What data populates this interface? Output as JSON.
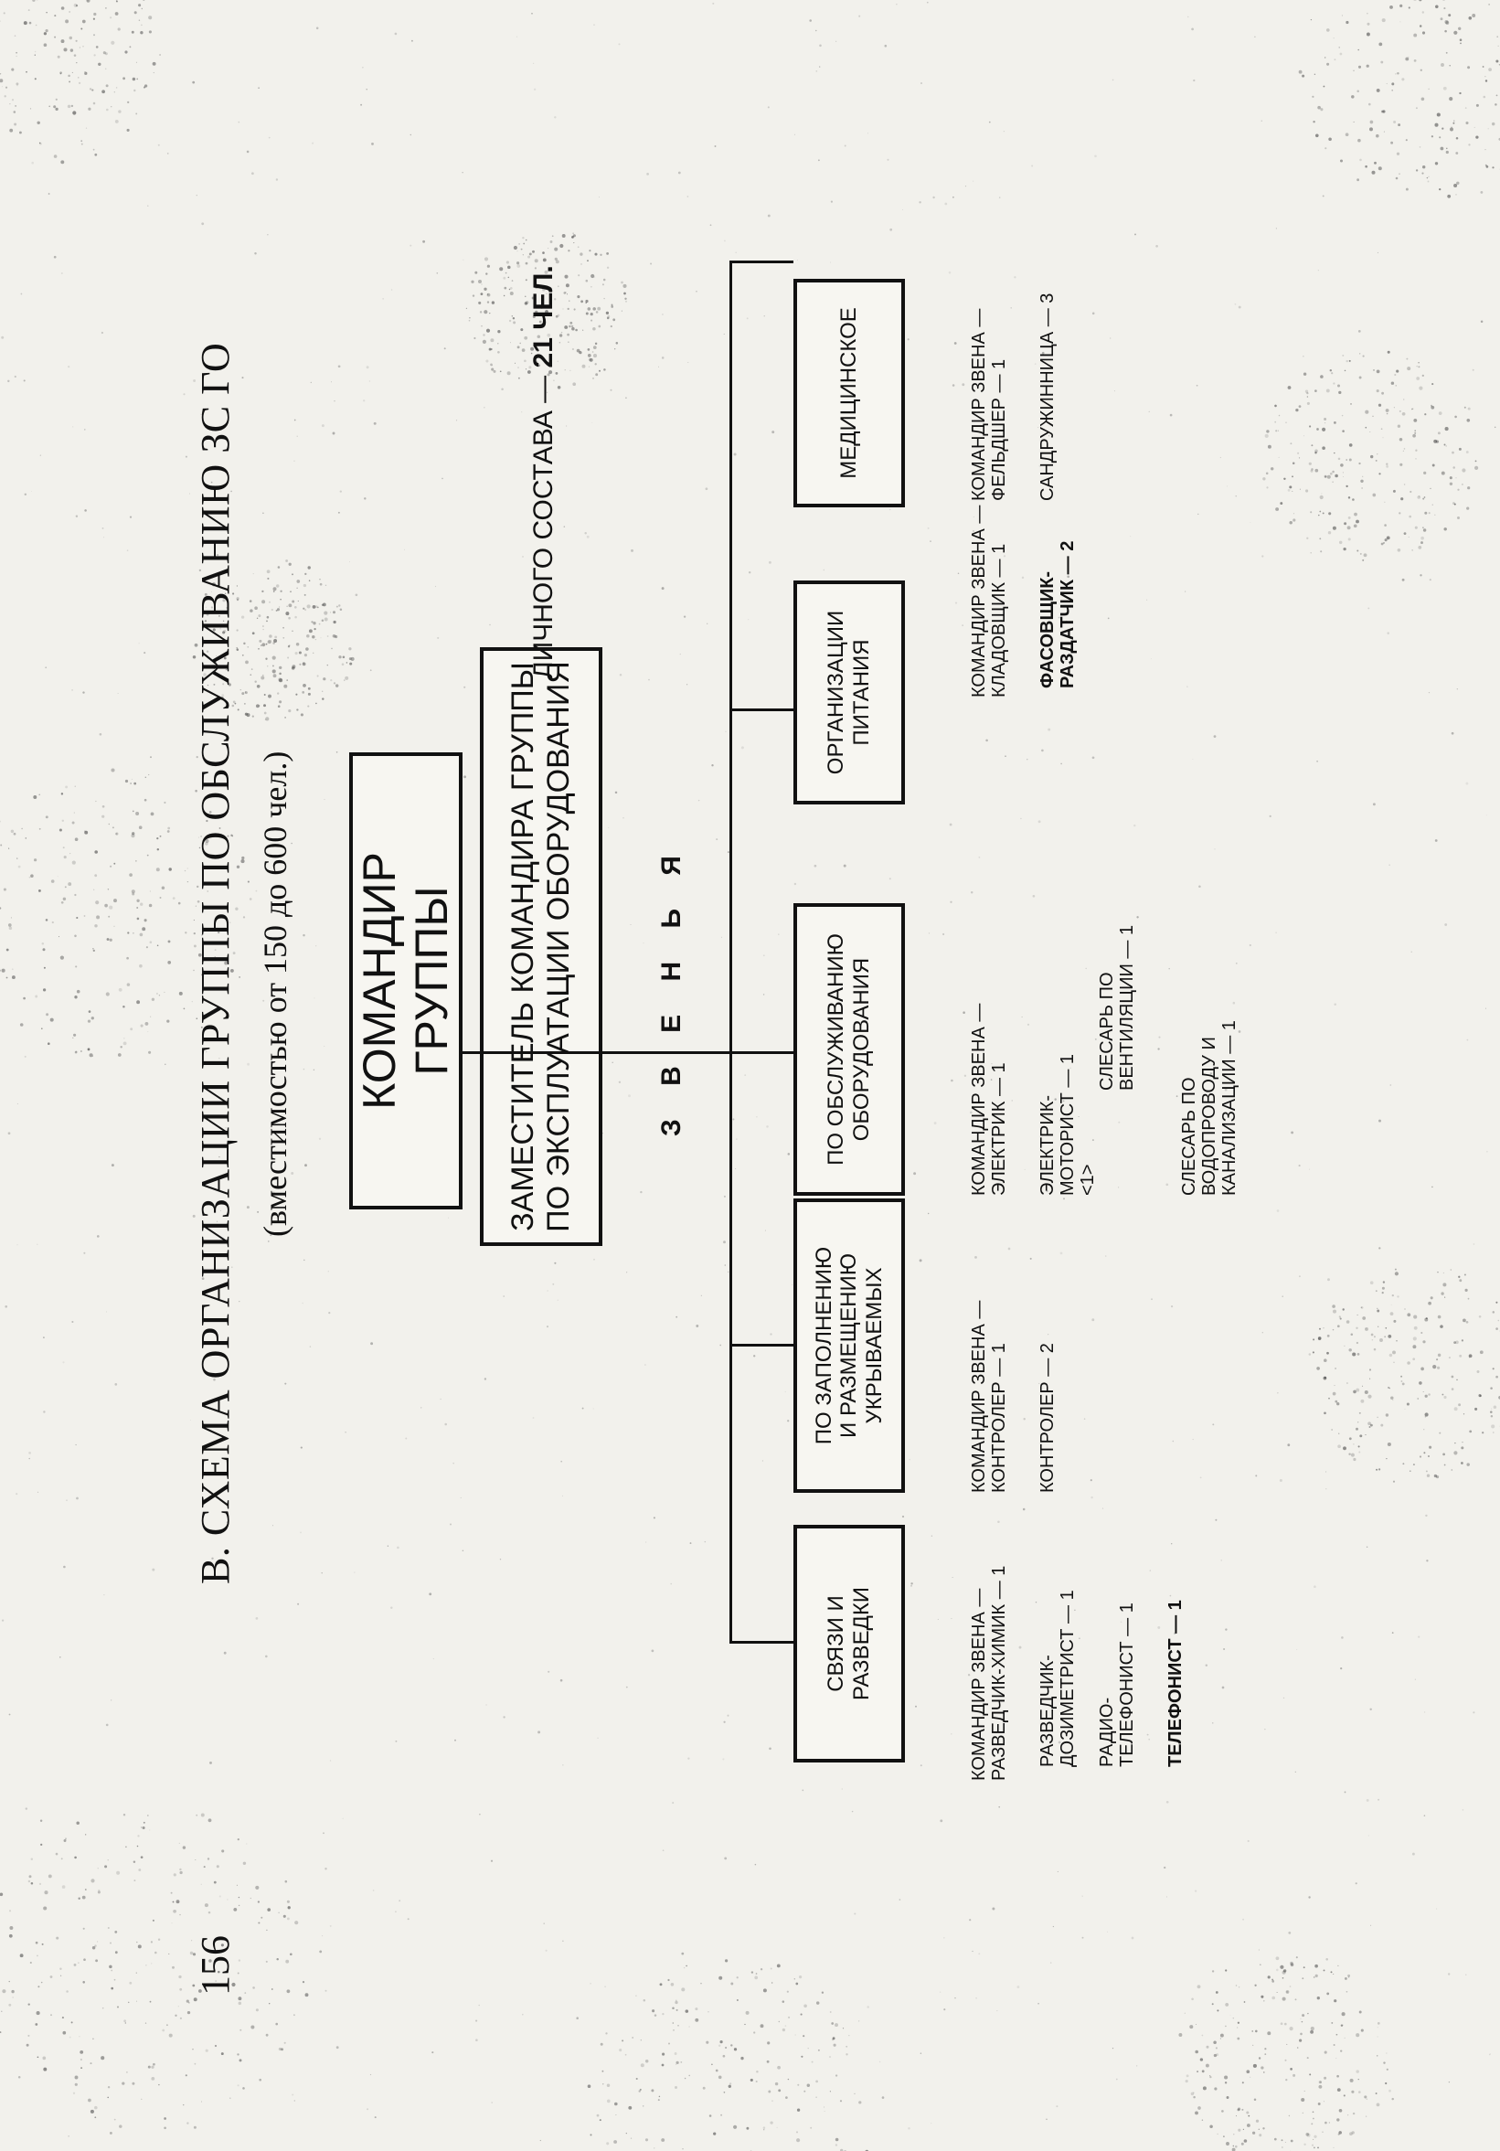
{
  "page_number": "156",
  "title": "В. СХЕМА ОРГАНИЗАЦИИ ГРУППЫ ПО ОБСЛУЖИВАНИЮ ЗС ГО",
  "subtitle": "(вместимостью от 150 до 600 чел.)",
  "commander": "КОМАНДИР ГРУППЫ",
  "deputy": "ЗАМЕСТИТЕЛЬ КОМАНДИРА ГРУППЫ\nПО ЭКСПЛУАТАЦИИ ОБОРУДОВАНИЯ",
  "personnel_prefix": "ЛИЧНОГО СОСТАВА — ",
  "personnel_count": "21 ЧЕЛ.",
  "units_label": "З В Е Н Ь Я",
  "units": [
    {
      "name": "СВЯЗИ И\nРАЗВЕДКИ",
      "staff": [
        {
          "text": "КОМАНДИР ЗВЕНА —\nРАЗВЕДЧИК-ХИМИК — 1",
          "bold": false
        },
        {
          "text": "РАЗВЕДЧИК-\nДОЗИМЕТРИСТ — 1",
          "bold": false
        },
        {
          "text": "РАДИО-\nТЕЛЕФОНИСТ — 1",
          "bold": false
        },
        {
          "text": "ТЕЛЕФОНИСТ — 1",
          "bold": true
        }
      ]
    },
    {
      "name": "ПО ЗАПОЛНЕНИЮ\nИ РАЗМЕЩЕНИЮ\nУКРЫВАЕМЫХ",
      "staff": [
        {
          "text": "КОМАНДИР ЗВЕНА —\nКОНТРОЛЕР — 1",
          "bold": false
        },
        {
          "text": "КОНТРОЛЕР — 2",
          "bold": false
        }
      ]
    },
    {
      "name": "ПО ОБСЛУЖИВАНИЮ\nОБОРУДОВАНИЯ",
      "staff": [
        {
          "text": "КОМАНДИР ЗВЕНА —\nЭЛЕКТРИК — 1",
          "bold": false
        },
        {
          "text": "ЭЛЕКТРИК-\nМОТОРИСТ — 1\n<1>",
          "bold": false
        },
        {
          "text": "СЛЕСАРЬ ПО\nВЕНТИЛЯЦИИ — 1",
          "bold": false
        },
        {
          "text": "СЛЕСАРЬ ПО\nВОДОПРОВОДУ И\nКАНАЛИЗАЦИИ — 1",
          "bold": false
        }
      ]
    },
    {
      "name": "ОРГАНИЗАЦИИ\nПИТАНИЯ",
      "staff": [
        {
          "text": "КОМАНДИР ЗВЕНА —\nКЛАДОВЩИК — 1",
          "bold": false
        },
        {
          "text": "ФАСОВЩИК-\nРАЗДАТЧИК — 2",
          "bold": false
        }
      ]
    },
    {
      "name": "МЕДИЦИНСКОЕ",
      "staff": [
        {
          "text": "КОМАНДИР ЗВЕНА —\nФЕЛЬДШЕР — 1",
          "bold": false
        },
        {
          "text": "САНДРУЖИННИЦА — 3",
          "bold": false
        }
      ]
    }
  ]
}
